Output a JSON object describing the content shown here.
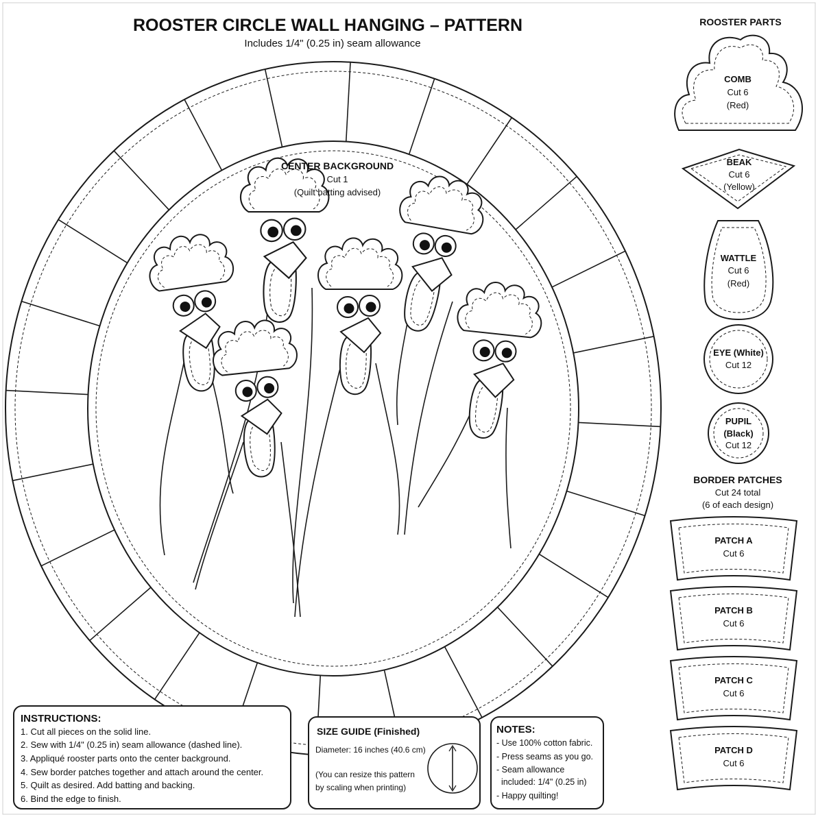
{
  "title": "ROOSTER CIRCLE WALL HANGING – PATTERN",
  "subtitle": "Includes 1/4\" (0.25 in) seam allowance",
  "center": {
    "heading": "CENTER BACKGROUND",
    "cut": "Cut 1",
    "note": "(Quilt batting advised)"
  },
  "border_segment_count": 24,
  "rooster_count": 6,
  "rooster_parts": {
    "heading": "ROOSTER PARTS",
    "comb": {
      "name": "COMB",
      "cut": "Cut 6",
      "color": "(Red)"
    },
    "beak": {
      "name": "BEAK",
      "cut": "Cut 6",
      "color": "(Yellow)"
    },
    "wattle": {
      "name": "WATTLE",
      "cut": "Cut 6",
      "color": "(Red)"
    },
    "eye": {
      "name": "EYE (White)",
      "cut": "Cut 12"
    },
    "pupil": {
      "name": "PUPIL",
      "color": "(Black)",
      "cut": "Cut 12"
    }
  },
  "border_patches": {
    "heading": "BORDER PATCHES",
    "cut": "Cut 24 total",
    "note": "(6 of each design)",
    "patches": [
      {
        "name": "PATCH A",
        "cut": "Cut 6"
      },
      {
        "name": "PATCH B",
        "cut": "Cut 6"
      },
      {
        "name": "PATCH C",
        "cut": "Cut 6"
      },
      {
        "name": "PATCH D",
        "cut": "Cut 6"
      }
    ]
  },
  "instructions": {
    "heading": "INSTRUCTIONS:",
    "steps": [
      "1. Cut all pieces on the solid line.",
      "2. Sew with 1/4\" (0.25 in) seam allowance (dashed line).",
      "3. Appliqué rooster parts onto the center background.",
      "4. Sew border patches together and attach around the center.",
      "5. Quilt as desired. Add batting and backing.",
      "6. Bind the edge to finish."
    ]
  },
  "size_guide": {
    "heading": "SIZE GUIDE (Finished)",
    "diameter": "Diameter: 16 inches (40.6 cm)",
    "note_line1": "(You can resize this pattern",
    "note_line2": "by scaling when printing)"
  },
  "notes": {
    "heading": "NOTES:",
    "items": [
      "- Use 100% cotton fabric.",
      "- Press seams as you go.",
      "- Seam allowance",
      "  included: 1/4\" (0.25 in)",
      "- Happy quilting!"
    ]
  }
}
